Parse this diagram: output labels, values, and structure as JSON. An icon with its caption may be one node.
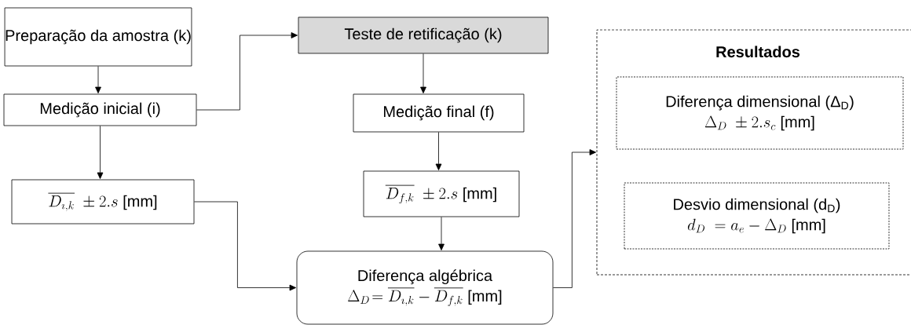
{
  "diagram": {
    "nodes": [
      {
        "text": [
          "Preparação da amostra (k)"
        ]
      },
      {
        "text": [
          "Medição inicial (i)"
        ]
      },
      {
        "text": [
          "\\overline{D_{\\imath,k}}\\ \\pm 2.s\\text{ [mm]}"
        ]
      },
      {
        "text": [
          "Teste de retificação (k)"
        ]
      },
      {
        "text": [
          "Medição final (f)"
        ]
      },
      {
        "text": [
          "\\overline{D_{f,k}}\\ \\pm 2.s\\text{ [mm]}"
        ]
      },
      {
        "text": [
          "Diferença algébrica",
          "\\Delta_D\\!= \\overline{D_{\\imath,k}} - \\overline{D_{f,k}}\\text{ [mm]}"
        ]
      },
      {
        "text": [
          "Resultados"
        ]
      },
      {
        "text": [
          "Diferença dimensional (Δ$_{D}$)",
          "\\Delta_D\\ \\pm 2.s_c\\text{ [mm]}"
        ],
        "in": 7
      },
      {
        "text": [
          "Desvio dimensional (d$_{D}$)",
          "d_D\\ = a_e - \\Delta_D\\text{ [mm]}"
        ],
        "in": 7
      }
    ],
    "edges": [
      {
        "from": 0,
        "to": 1,
        "arrow": "to"
      },
      {
        "from": 1,
        "to": 2,
        "arrow": "to"
      },
      {
        "from": 1,
        "to": 3,
        "arrow": "to"
      },
      {
        "from": 3,
        "to": 4,
        "arrow": "to"
      },
      {
        "from": 4,
        "to": 5,
        "arrow": "to"
      },
      {
        "from": 5,
        "to": 6,
        "arrow": "to"
      },
      {
        "from": 2,
        "to": 6,
        "arrow": "to"
      },
      {
        "from": 6,
        "to": 7,
        "arrow": "to"
      }
    ]
  }
}
